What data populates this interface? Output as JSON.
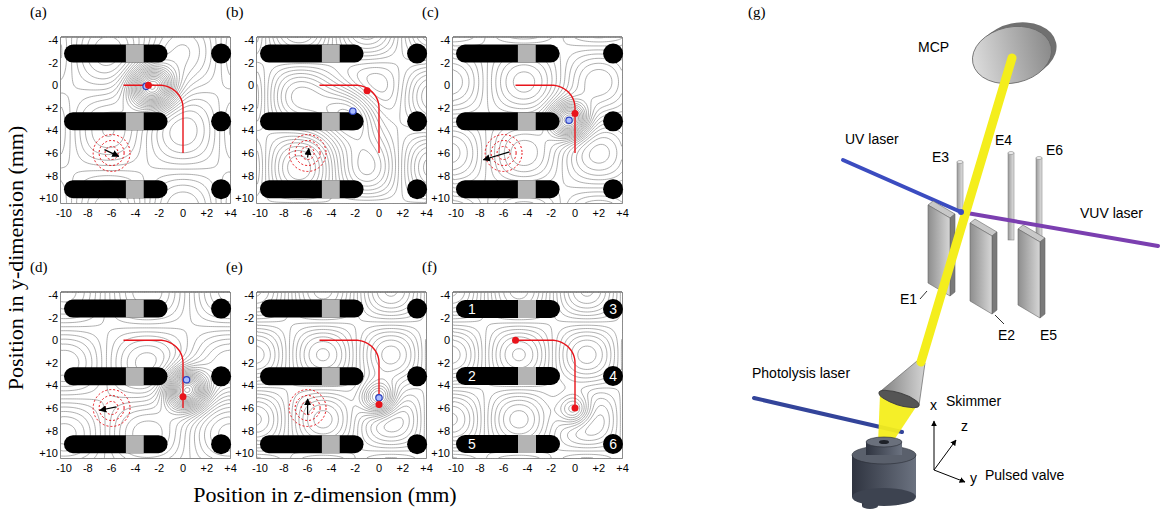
{
  "diagram": {
    "nodes": [
      {
        "text": [
          "1"
        ]
      },
      {
        "text": [
          "3"
        ]
      },
      {
        "text": [
          "2"
        ]
      },
      {
        "text": [
          "4"
        ]
      },
      {
        "text": [
          "5"
        ]
      },
      {
        "text": [
          "6"
        ]
      }
    ],
    "labels": [
      "(a)",
      "-4",
      "-2",
      "0",
      "+2",
      "+4",
      "+6",
      "+8",
      "+10",
      "-10",
      "-8",
      "-6",
      "-4",
      "-2",
      "0",
      "+2",
      "+4",
      "(b)",
      "-4",
      "-2",
      "0",
      "+2",
      "+4",
      "+6",
      "+8",
      "+10",
      "-10",
      "-8",
      "-6",
      "-4",
      "-2",
      "0",
      "+2",
      "+4",
      "(c)",
      "-4",
      "-2",
      "0",
      "+2",
      "+4",
      "+6",
      "+8",
      "+10",
      "-10",
      "-8",
      "-6",
      "-4",
      "-2",
      "0",
      "+2",
      "+4",
      "(d)",
      "-4",
      "-2",
      "0",
      "+2",
      "+4",
      "+6",
      "+8",
      "+10",
      "-10",
      "-8",
      "-6",
      "-4",
      "-2",
      "0",
      "+2",
      "+4",
      "(e)",
      "-4",
      "-2",
      "0",
      "+2",
      "+4",
      "+6",
      "+8",
      "+10",
      "-10",
      "-8",
      "-6",
      "-4",
      "-2",
      "0",
      "+2",
      "+4",
      "(f)",
      "-4",
      "-2",
      "0",
      "+2",
      "+4",
      "+6",
      "+8",
      "+10",
      "-10",
      "-8",
      "-6",
      "-4",
      "-2",
      "0",
      "+2",
      "+4",
      "(g)",
      "Position in y-dimension (mm)",
      "Position in z-dimension (mm)",
      "MCP",
      "E3",
      "E4",
      "E6",
      "UV laser",
      "VUV laser",
      "E1",
      "E2",
      "E5",
      "Photolysis laser",
      "Skimmer",
      "Pulsed valve",
      "x",
      "z",
      "y"
    ]
  }
}
